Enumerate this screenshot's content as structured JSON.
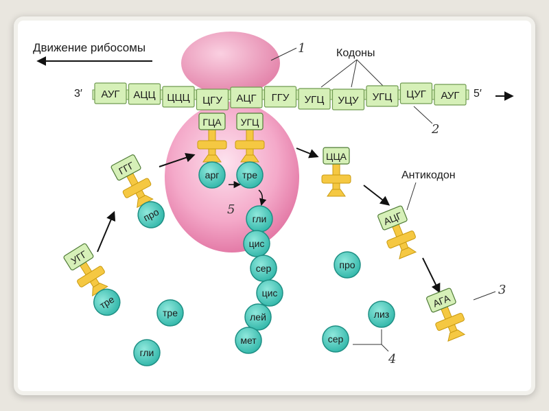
{
  "labels": {
    "ribosome_movement": "Движение рибосомы",
    "codons": "Кодоны",
    "anticodon": "Антикодон",
    "end_3": "3′",
    "end_5": "5′",
    "n1": "1",
    "n2": "2",
    "n3": "3",
    "n4": "4",
    "n5": "5"
  },
  "mrna_codons": [
    "АУГ",
    "АЦЦ",
    "ЦЦЦ",
    "ЦГУ",
    "АЦГ",
    "ГГУ",
    "УГЦ",
    "УЦУ",
    "УГЦ",
    "ЦУГ",
    "АУГ"
  ],
  "trnas": [
    {
      "anticodon": "УГГ",
      "amino": "тре"
    },
    {
      "anticodon": "ГГГ",
      "amino": "про"
    },
    {
      "anticodon": "ГЦА",
      "amino": "арг"
    },
    {
      "anticodon": "УГЦ",
      "amino": "тре"
    },
    {
      "anticodon": "ЦЦА",
      "amino": ""
    },
    {
      "anticodon": "АЦГ",
      "amino": ""
    },
    {
      "anticodon": "АГА",
      "amino": ""
    }
  ],
  "peptide_chain": [
    "гли",
    "цис",
    "сер",
    "цис",
    "лей",
    "мет"
  ],
  "free_amino_acids": [
    "тре",
    "гли",
    "про",
    "лиз",
    "сер"
  ],
  "colors": {
    "ribosome": "#ee8fb6",
    "mrna": "#d6f0b8",
    "trna": "#f5c842",
    "amino": "#4fc9bd"
  }
}
